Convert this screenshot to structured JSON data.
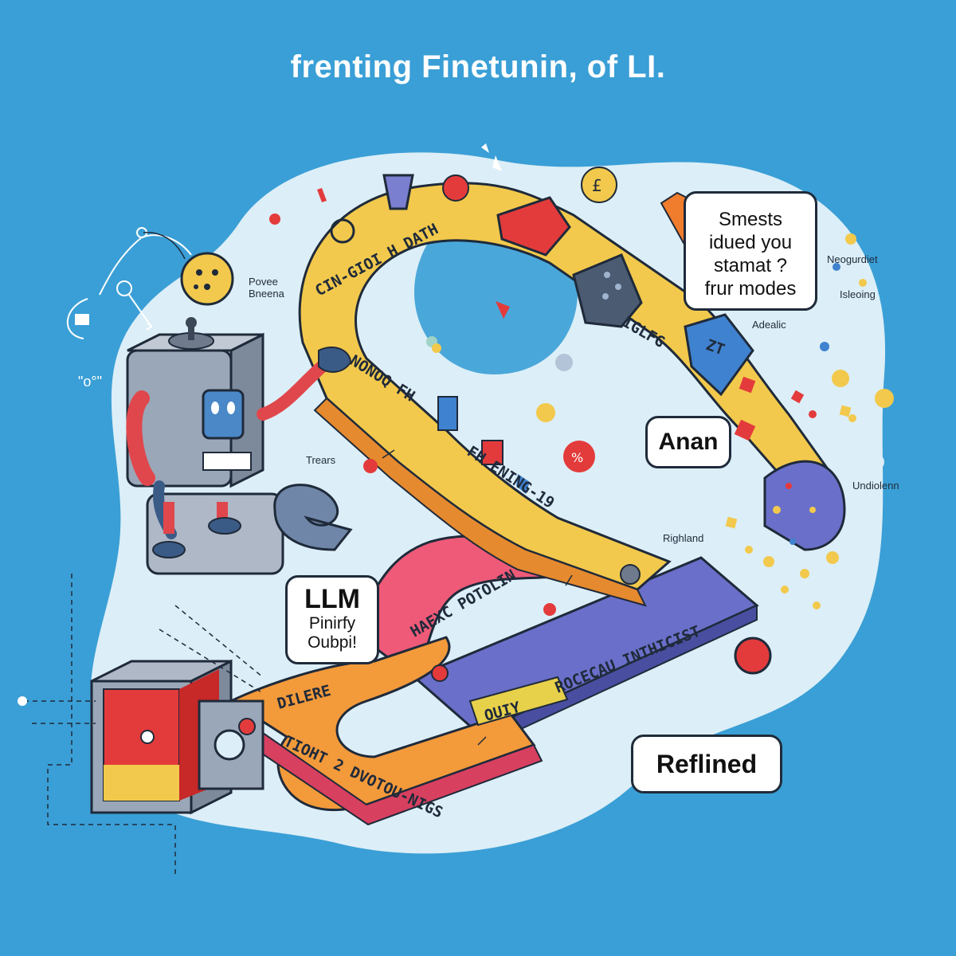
{
  "title": "frenting Finetunin, of LI.",
  "bubbles": {
    "top": [
      "Smests",
      "idued you",
      "stamat ?",
      "frur modes"
    ],
    "anan": "Anan",
    "llm_title": "LLM",
    "llm_lines": [
      "Pinirfy",
      "Oubpi!"
    ],
    "refined": "Reflined"
  },
  "labels": {
    "power": [
      "Povee",
      "Bneena"
    ],
    "neogurdiet": "Neogurdiet",
    "isleoing": "Isleoing",
    "adealic": "Adealic",
    "trears": "Trears",
    "undiolenn": "Undiolenn",
    "righland": "Righland"
  },
  "track_text": {
    "yellow_top": "CIN-GIOI H DATH",
    "yellow_right": "IGLFG",
    "yellow_mid": "NONOQ FH",
    "orange_down": "FH ENING-19",
    "pink": "HAEXC POTOLIN",
    "orange_bottom_1": "DILERE",
    "orange_bottom_2": "TIOHT 2 DVOTOU-NIGS",
    "blue": "ROCECAU INTHICIST",
    "yellow_tab": "OUIY",
    "cube": "ZT"
  },
  "colors": {
    "background": "#3a9fd6",
    "blob": "#dceef7",
    "yellow_track": "#f2c94c",
    "orange_track": "#f39a3b",
    "pink_track": "#ee5a78",
    "blue_track": "#6a6fc9",
    "robot_body": "#9aa7b8",
    "outline": "#1f2a3a"
  }
}
